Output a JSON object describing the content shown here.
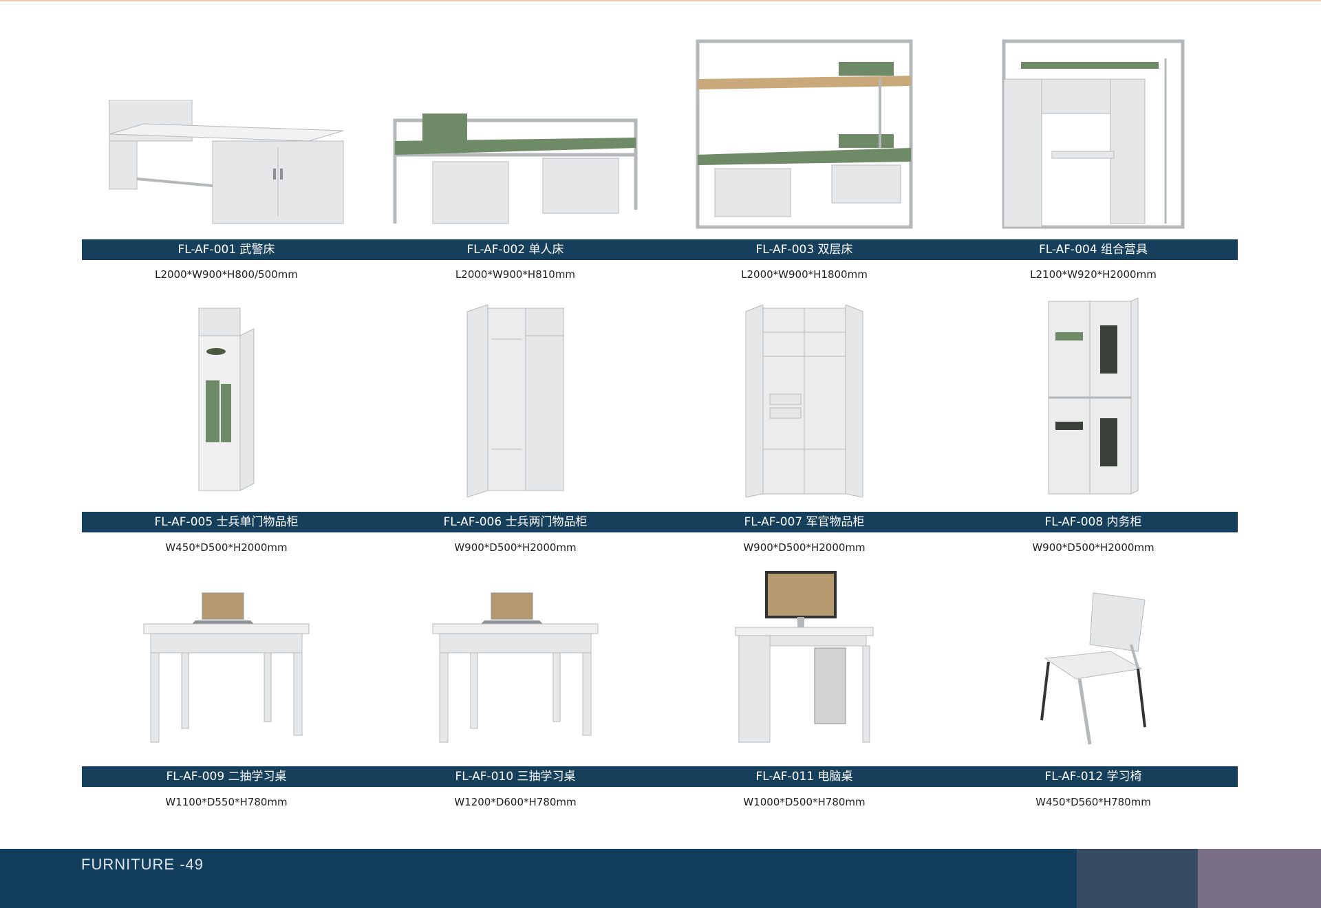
{
  "rows": [
    {
      "items": [
        {
          "title": "FL-AF-001 武警床",
          "spec": "L2000*W900*H800/500mm",
          "icon": "bed-cabinet"
        },
        {
          "title": "FL-AF-002 单人床",
          "spec": "L2000*W900*H810mm",
          "icon": "single-bed"
        },
        {
          "title": "FL-AF-003 双层床",
          "spec": "L2000*W900*H1800mm",
          "icon": "bunk-bed"
        },
        {
          "title": "FL-AF-004 组合营具",
          "spec": "L2100*W920*H2000mm",
          "icon": "loft-bed"
        }
      ]
    },
    {
      "items": [
        {
          "title": "FL-AF-005 士兵单门物品柜",
          "spec": "W450*D500*H2000mm",
          "icon": "locker-single"
        },
        {
          "title": "FL-AF-006 士兵两门物品柜",
          "spec": "W900*D500*H2000mm",
          "icon": "locker-double"
        },
        {
          "title": "FL-AF-007 军官物品柜",
          "spec": "W900*D500*H2000mm",
          "icon": "locker-officer"
        },
        {
          "title": "FL-AF-008 内务柜",
          "spec": "W900*D500*H2000mm",
          "icon": "locker-open"
        }
      ]
    },
    {
      "items": [
        {
          "title": "FL-AF-009 二抽学习桌",
          "spec": "W1100*D550*H780mm",
          "icon": "desk"
        },
        {
          "title": "FL-AF-010 三抽学习桌",
          "spec": "W1200*D600*H780mm",
          "icon": "desk"
        },
        {
          "title": "FL-AF-011 电脑桌",
          "spec": "W1000*D500*H780mm",
          "icon": "computer-desk"
        },
        {
          "title": "FL-AF-012 学习椅",
          "spec": "W450*D560*H780mm",
          "icon": "chair"
        }
      ]
    }
  ],
  "footer": {
    "label": "FURNITURE  -49"
  },
  "colors": {
    "bar": "#163f5c",
    "footer": "#133e5c",
    "footer_mid": "#374b63",
    "footer_right": "#7a7085"
  }
}
